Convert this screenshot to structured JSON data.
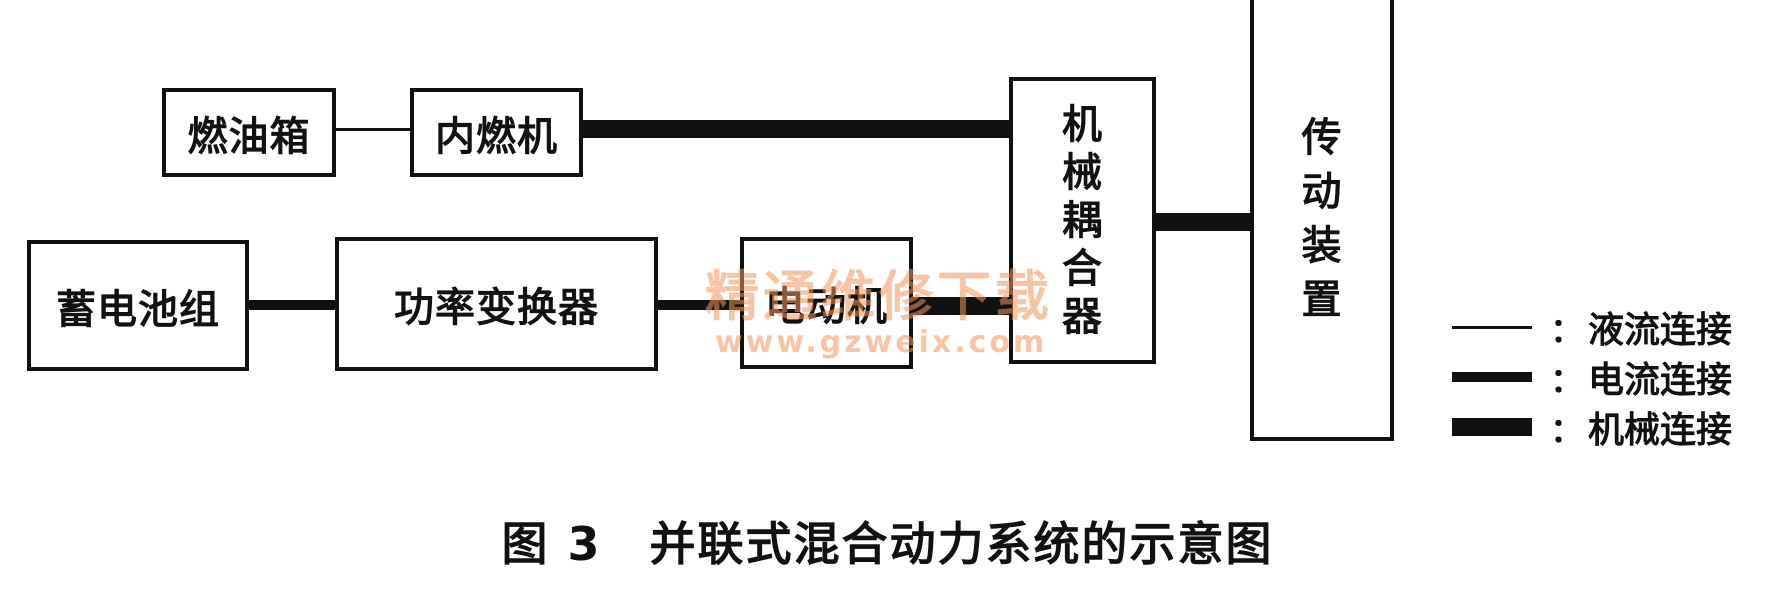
{
  "blocks": {
    "fuel_tank": "燃油箱",
    "engine": "内燃机",
    "battery": "蓄电池组",
    "power_converter": "功率变换器",
    "motor": "电动机",
    "mech_coupler": [
      "机",
      "械",
      "耦",
      "合",
      "器"
    ],
    "transmission": [
      "传",
      "动",
      "装",
      "置"
    ]
  },
  "legend": {
    "colon": "：",
    "fluid": "液流连接",
    "electric": "电流连接",
    "mechanical": "机械连接"
  },
  "caption": "图 3　并联式混合动力系统的示意图",
  "watermark": {
    "text": "精通维修下载",
    "url": "www.gzweix.com"
  }
}
